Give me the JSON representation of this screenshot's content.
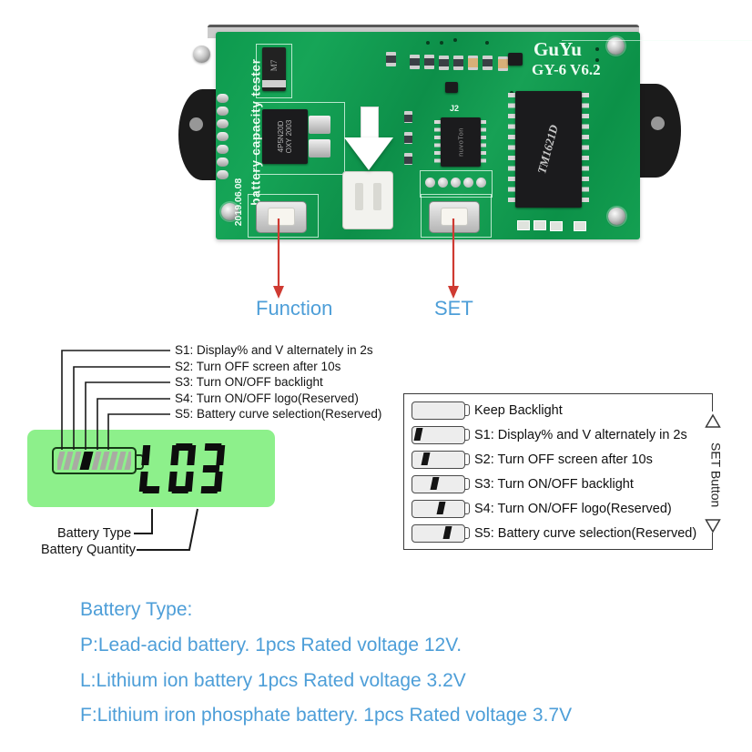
{
  "pcb": {
    "brand": "GuYu",
    "model": "GY-6 V6.2",
    "silkscreen_side": "battery capacity tester",
    "silkscreen_date": "2019.06.08",
    "ic_main": "TM1621D",
    "ic_sub": "nuvoTon",
    "ic_sub_ref": "J2",
    "mosfet_line1": "4P5N20D",
    "mosfet_line2": "OXY 2003",
    "diode": "M7"
  },
  "callouts": {
    "function": "Function",
    "set": "SET"
  },
  "lcd": {
    "reading": "L03",
    "battery_type_label": "Battery Type",
    "battery_quantity_label": "Battery Quantity"
  },
  "modes": {
    "keep_backlight": "Keep Backlight",
    "items": [
      "S1: Display% and V alternately in 2s",
      "S2: Turn OFF screen after 10s",
      "S3: Turn ON/OFF backlight",
      "S4: Turn ON/OFF logo(Reserved)",
      "S5: Battery curve selection(Reserved)"
    ]
  },
  "set_button_side_label": "SET Button",
  "battery_type_info": {
    "title": "Battery Type:",
    "lines": [
      "P:Lead-acid battery. 1pcs Rated voltage 12V.",
      "L:Lithium ion battery  1pcs Rated voltage 3.2V",
      "F:Lithium iron phosphate battery. 1pcs Rated voltage 3.7V"
    ]
  },
  "colors": {
    "accent_blue": "#4d9ed8",
    "arrow_red": "#cf3a32",
    "pcb_green": "#11964f",
    "lcd_green": "#8df08b"
  }
}
